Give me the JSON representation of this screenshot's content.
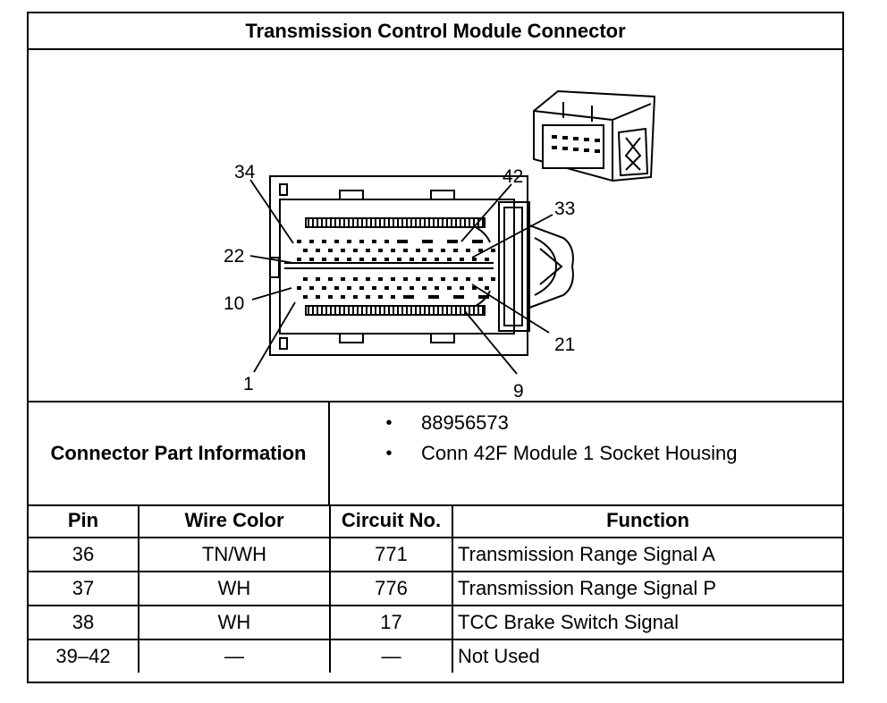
{
  "title": "Transmission Control Module Connector",
  "diagram": {
    "pin_callouts": [
      "34",
      "42",
      "33",
      "22",
      "10",
      "21",
      "1",
      "9"
    ]
  },
  "connector_info": {
    "label": "Connector Part Information",
    "items": [
      "88956573",
      "Conn 42F Module 1 Socket Housing"
    ],
    "bullet_glyph": "•"
  },
  "pin_table": {
    "headers": [
      "Pin",
      "Wire Color",
      "Circuit No.",
      "Function"
    ],
    "rows": [
      [
        "36",
        "TN/WH",
        "771",
        "Transmission Range Signal A"
      ],
      [
        "37",
        "WH",
        "776",
        "Transmission Range Signal P"
      ],
      [
        "38",
        "WH",
        "17",
        "TCC Brake Switch Signal"
      ],
      [
        "39–42",
        "—",
        "—",
        "Not Used"
      ]
    ]
  }
}
